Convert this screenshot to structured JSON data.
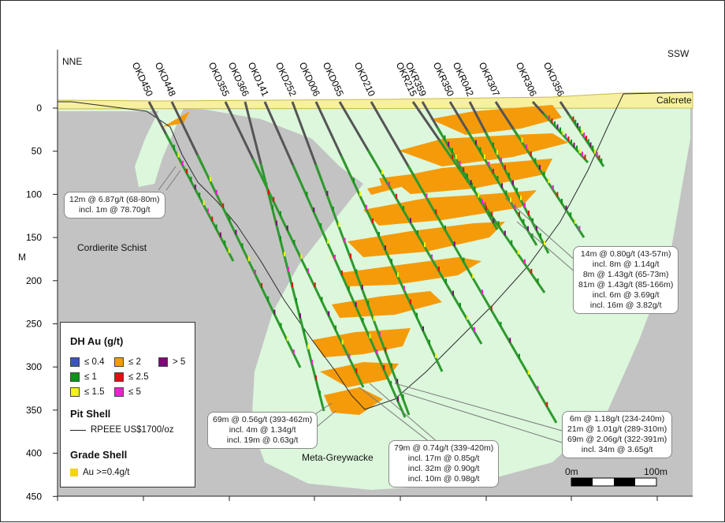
{
  "header": {
    "left_direction": "NNE",
    "right_direction": "SSW"
  },
  "depth_axis": {
    "unit": "M",
    "ticks": [
      "0",
      "50",
      "100",
      "150",
      "200",
      "250",
      "300",
      "350",
      "400",
      "450"
    ]
  },
  "lithology": {
    "calcrete": "Calcrete",
    "schist": "Cordierite Schist",
    "greywacke": "Meta-Greywacke"
  },
  "drillholes": [
    "OKD450",
    "OKD448",
    "OKD355",
    "OKD366",
    "OKD141",
    "OKD252",
    "OKD006",
    "OKD055",
    "OKD210",
    "OKR215",
    "OKR359",
    "OKR350",
    "OKR042",
    "OKR307",
    "OKR306",
    "OKD356"
  ],
  "callouts": {
    "c1": [
      "12m @ 6.87g/t (68-80m)",
      "incl. 1m @ 78.70g/t"
    ],
    "c2": [
      "14m @ 0.80g/t (43-57m)",
      "incl. 8m @ 1.14g/t",
      "8m @ 1.43g/t (65-73m)",
      "81m @ 1.43g/t (85-166m)",
      "incl. 6m @ 3.69g/t",
      "incl. 16m @ 3.82g/t"
    ],
    "c3": [
      "69m @ 0.56g/t (393-462m)",
      "incl. 4m @ 1.34g/t",
      "incl. 19m @ 0.63g/t"
    ],
    "c4": [
      "79m @ 0.74g/t (339-420m)",
      "incl. 17m @ 0.85g/t",
      "incl. 32m @ 0.90g/t",
      "incl. 10m @ 0.98g/t"
    ],
    "c5": [
      "6m @ 1.18g/t (234-240m)",
      "21m @ 1.01g/t (289-310m)",
      "69m @ 2.06g/t (322-391m)",
      "incl. 34m @ 3.65g/t"
    ]
  },
  "legend": {
    "dh_title": "DH Au (g/t)",
    "dh_items": [
      {
        "label": "≤ 0.4",
        "color": "#3a56b8"
      },
      {
        "label": "≤ 2",
        "color": "#f59b0a"
      },
      {
        "label": "> 5",
        "color": "#7a0a7a"
      },
      {
        "label": "≤ 1",
        "color": "#12901a"
      },
      {
        "label": "≤ 2.5",
        "color": "#e01010"
      },
      {
        "label": "≤ 1.5",
        "color": "#f2f21a"
      },
      {
        "label": "≤ 5",
        "color": "#ee22cc"
      }
    ],
    "pit_title": "Pit Shell",
    "pit_label": "RPEEE US$1700/oz",
    "grade_title": "Grade Shell",
    "grade_label": "Au >=0.4g/t",
    "grade_color": "#f5d21a"
  },
  "scale_bar": {
    "start": "0m",
    "end": "100m"
  },
  "colors": {
    "schist": "#c3c3c3",
    "greywacke": "#dcf7dc",
    "ore": "#f59b0a",
    "calcrete": "#f6f0a0",
    "hole": "#2e9a2e"
  }
}
